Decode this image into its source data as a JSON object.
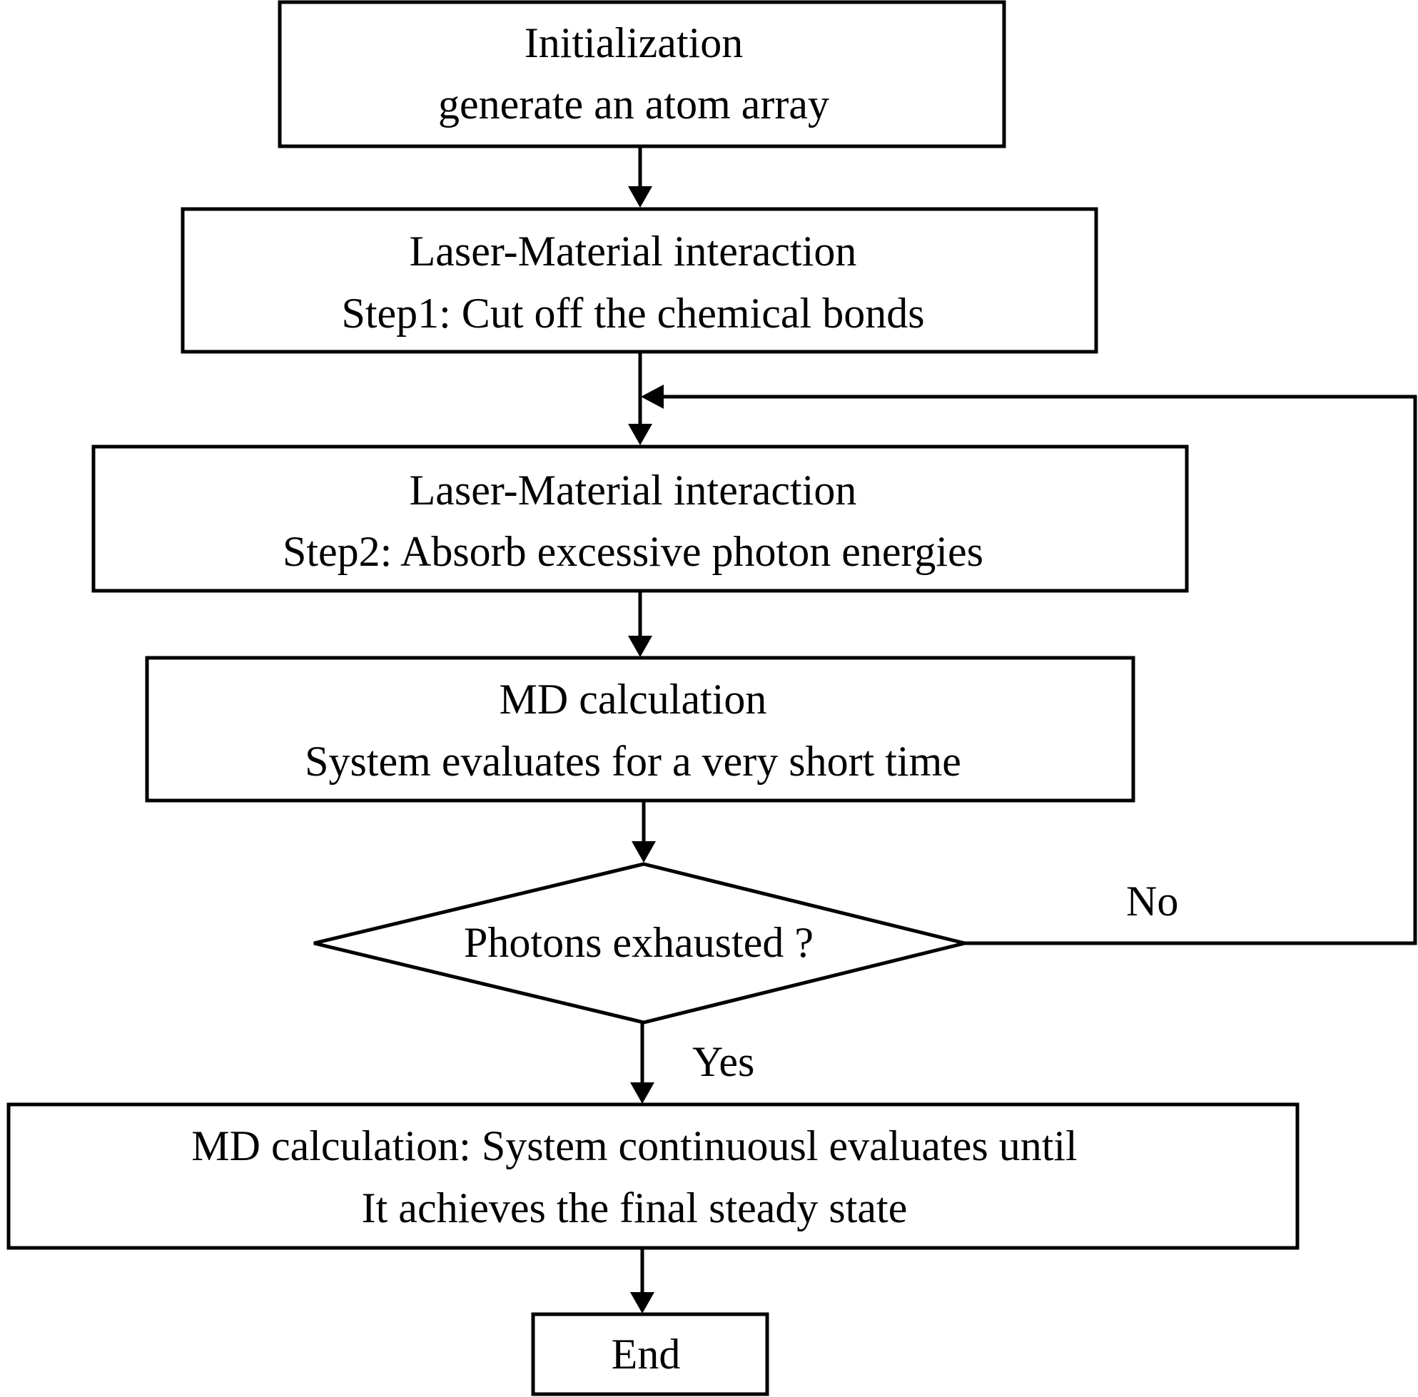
{
  "nodes": {
    "init": {
      "title": "Initialization",
      "subtitle": "generate an atom array"
    },
    "step1": {
      "title": "Laser-Material interaction",
      "subtitle": "Step1: Cut off the chemical bonds"
    },
    "step2": {
      "title": "Laser-Material interaction",
      "subtitle": "Step2: Absorb excessive photon energies"
    },
    "md_short": {
      "title": "MD calculation",
      "subtitle": "System evaluates for a very short time"
    },
    "decision": {
      "label": "Photons exhausted ?"
    },
    "md_final": {
      "title": "MD calculation: System continuousl evaluates until",
      "subtitle": "It achieves the final steady state"
    },
    "end": {
      "label": "End"
    }
  },
  "edges": {
    "no_label": "No",
    "yes_label": "Yes"
  }
}
